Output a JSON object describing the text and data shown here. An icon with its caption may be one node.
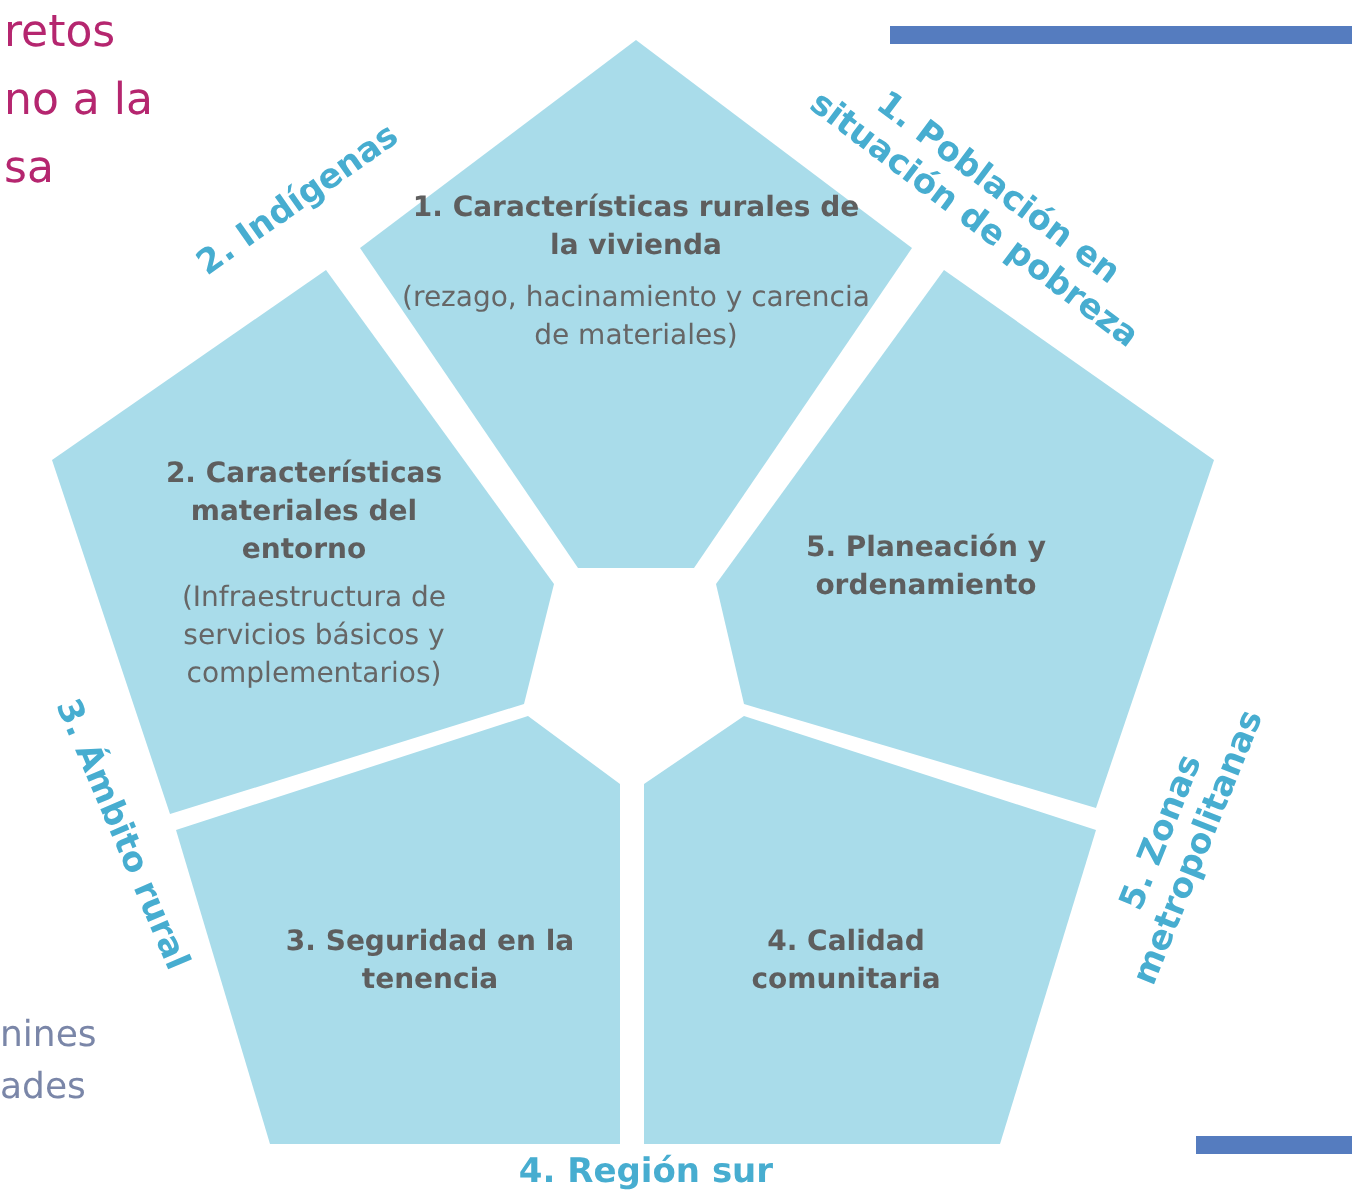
{
  "diagram": {
    "nodes": [
      {
        "text": [
          "1. Características rurales de la vivienda",
          "(rezago, hacinamiento y carencia de materiales)"
        ]
      },
      {
        "text": [
          "2. Características materiales del entorno",
          "(Infraestructura de servicios básicos y complementarios)"
        ]
      },
      {
        "text": [
          "5. Planeación y ordenamiento"
        ]
      },
      {
        "text": [
          "3. Seguridad en la tenencia"
        ]
      },
      {
        "text": [
          "4. Calidad comunitaria"
        ]
      }
    ],
    "labels": [
      "retos",
      "no a la",
      "sa",
      "1. Población en situación de pobreza",
      "2. Indígenas",
      "3. Ámbito rural",
      "5. Zonas metropolitanas",
      "nines",
      "ades",
      "4. Región sur"
    ]
  }
}
